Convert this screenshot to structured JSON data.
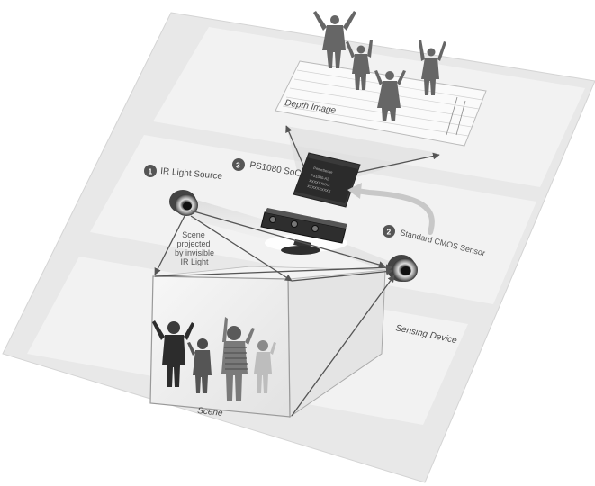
{
  "labels": {
    "depth_image": "Depth Image",
    "scene": "Scene",
    "sensing_device": "Sensing Device",
    "ir_source": {
      "number": "1",
      "text": "IR Light Source"
    },
    "cmos": {
      "number": "2",
      "text": "Standard CMOS Sensor"
    },
    "soc": {
      "number": "3",
      "text": "PS1080 SoC"
    },
    "projection_note": [
      "Scene",
      "projected",
      "by invisible",
      "IR Light"
    ]
  },
  "chip": {
    "brand": "PrimeSense",
    "lines": [
      "PS1080-A2",
      "XXXXXXXXX",
      "XXXXXXXXXX"
    ]
  },
  "colors": {
    "plane": "#e6e6e6",
    "band": "#f0f0f0",
    "badge": "#555555",
    "arrow": "#555555",
    "chip": "#333333",
    "silhouette": "#666666"
  }
}
